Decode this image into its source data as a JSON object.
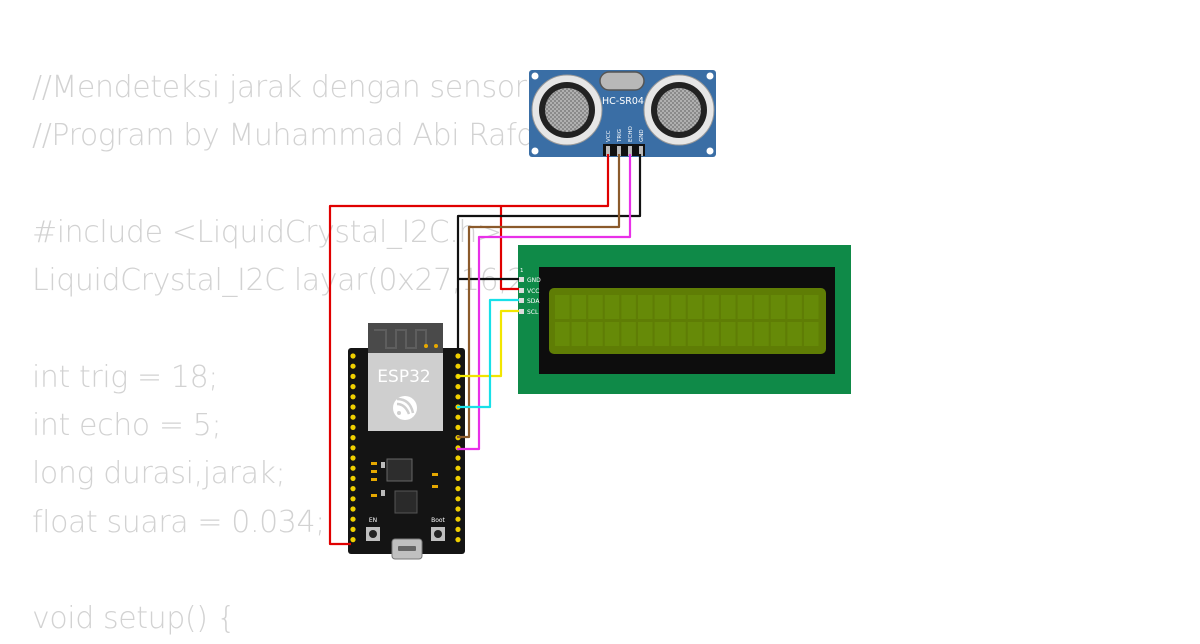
{
  "code_lines": [
    "//Mendeteksi jarak dengan sensor",
    "//Program by Muhammad Abi Rafdi",
    "",
    "#include <LiquidCrystal_I2C.h>",
    "LiquidCrystal_I2C layar(0x27,16,2);",
    "",
    "int trig = 18;",
    "int echo = 5;",
    "long durasi,jarak;",
    "float suara = 0.034;",
    "",
    "void setup() {"
  ],
  "sensor": {
    "model": "HC-SR04",
    "pins": [
      "VCC",
      "TRIG",
      "ECHO",
      "GND"
    ]
  },
  "lcd": {
    "pin1_label": "1",
    "pins": [
      "GND",
      "VCC",
      "SDA",
      "SCL"
    ]
  },
  "esp32": {
    "label": "ESP32",
    "button_en": "EN",
    "button_boot": "Boot"
  },
  "colors": {
    "wire_red": "#e00000",
    "wire_black": "#111111",
    "wire_brown": "#8b5a2b",
    "wire_magenta": "#e830e8",
    "wire_yellow": "#f2e600",
    "wire_cyan": "#18e0e8",
    "lcd_board": "#0f8a48",
    "lcd_screen": "#5f7d05",
    "sensor_board": "#3a6ea5",
    "esp32_board": "#141414"
  }
}
